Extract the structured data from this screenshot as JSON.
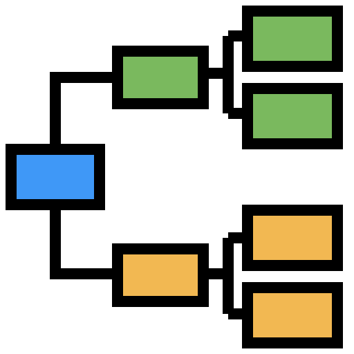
{
  "diagram": {
    "icon_name": "hierarchy-tree-icon",
    "colors": {
      "stroke": "#000000",
      "root": "#3f98f7",
      "upper_branch": "#7ab95e",
      "lower_branch": "#f2b852"
    },
    "nodes": [
      {
        "id": "root",
        "level": 0,
        "color_key": "root"
      },
      {
        "id": "upper-middle",
        "level": 1,
        "parent": "root",
        "color_key": "upper_branch"
      },
      {
        "id": "upper-top-leaf",
        "level": 2,
        "parent": "upper-middle",
        "color_key": "upper_branch"
      },
      {
        "id": "upper-bottom-leaf",
        "level": 2,
        "parent": "upper-middle",
        "color_key": "upper_branch"
      },
      {
        "id": "lower-middle",
        "level": 1,
        "parent": "root",
        "color_key": "lower_branch"
      },
      {
        "id": "lower-top-leaf",
        "level": 2,
        "parent": "lower-middle",
        "color_key": "lower_branch"
      },
      {
        "id": "lower-bottom-leaf",
        "level": 2,
        "parent": "lower-middle",
        "color_key": "lower_branch"
      }
    ]
  }
}
